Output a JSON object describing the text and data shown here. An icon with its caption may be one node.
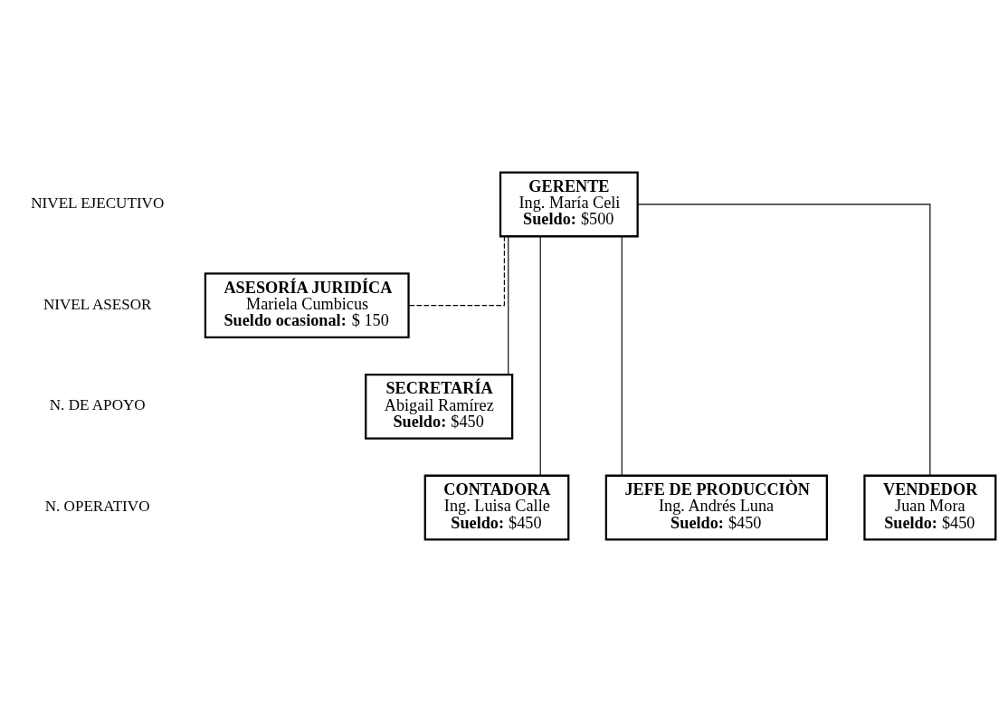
{
  "diagram": {
    "nodes": [
      {
        "text": [
          "GERENTE",
          "Ing. María Celi",
          "**Sueldo:** $500"
        ]
      },
      {
        "text": [
          "ASESORÍA JURIDÍCA",
          "Mariela Cumbicus",
          "**Sueldo ocasional:** $ 150"
        ]
      },
      {
        "text": [
          "SECRETARÍA",
          "Abigail Ramírez",
          "**Sueldo:** $450"
        ]
      },
      {
        "text": [
          "CONTADORA",
          "Ing. Luisa Calle",
          "**Sueldo:** $450"
        ]
      },
      {
        "text": [
          "JEFE DE PRODUCCIÒN",
          "Ing. Andrés Luna",
          "**Sueldo:** $450"
        ]
      },
      {
        "text": [
          "VENDEDOR",
          "Juan Mora",
          "**Sueldo:** $450"
        ]
      }
    ],
    "edges": [
      {
        "from": 0,
        "to": 1,
        "arrow": "none",
        "style": "dashed"
      },
      {
        "from": 0,
        "to": 2,
        "arrow": "none"
      },
      {
        "from": 0,
        "to": 3,
        "arrow": "none"
      },
      {
        "from": 0,
        "to": 4,
        "arrow": "none"
      },
      {
        "from": 0,
        "to": 5,
        "arrow": "none"
      }
    ],
    "labels": [
      "NIVEL EJECUTIVO",
      "NIVEL ASESOR",
      "N. DE APOYO",
      "N. OPERATIVO"
    ]
  }
}
